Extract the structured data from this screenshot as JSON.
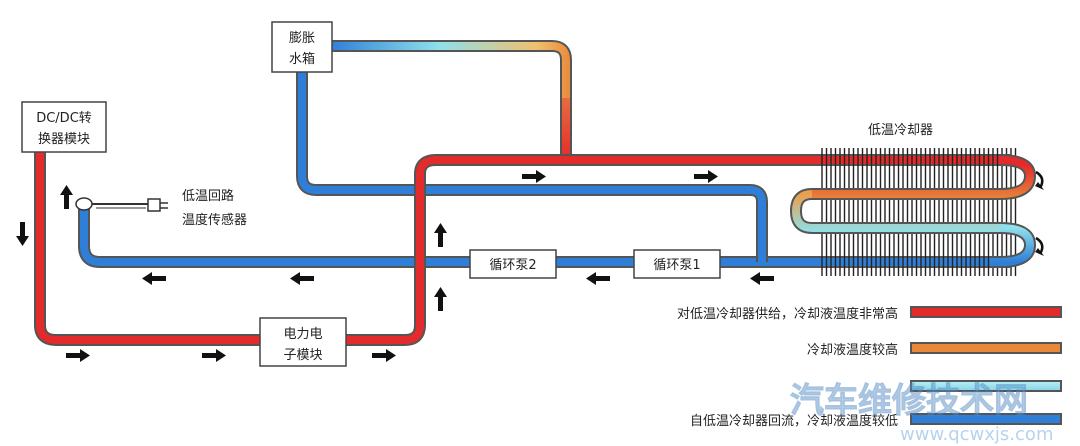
{
  "components": {
    "expansion_tank": [
      "膨胀",
      "水箱"
    ],
    "dcdc_module": [
      "DC/DC转",
      "换器模块"
    ],
    "power_module": [
      "电力电",
      "子模块"
    ],
    "pump1": "循环泵1",
    "pump2": "循环泵2",
    "cooler": "低温冷却器",
    "sensor": [
      "低温回路",
      "温度传感器"
    ]
  },
  "legend": [
    {
      "label": "对低温冷却器供给，冷却液温度非常高",
      "color": "#e32b2b"
    },
    {
      "label": "冷却液温度较高",
      "color": "#e8883a"
    },
    {
      "label": "",
      "color": "#8fe0ea"
    },
    {
      "label": "自低温冷却器回流，冷却液温度较低",
      "color": "#2f7fd8"
    }
  ],
  "colors": {
    "hot": "#e32b2b",
    "warm": "#e8883a",
    "cool": "#8fe0ea",
    "cold": "#2f7fd8",
    "pipe_edge": "#555555"
  },
  "watermark": {
    "cn": "汽车维修技术网",
    "url": "www.qcwxjs.com"
  }
}
